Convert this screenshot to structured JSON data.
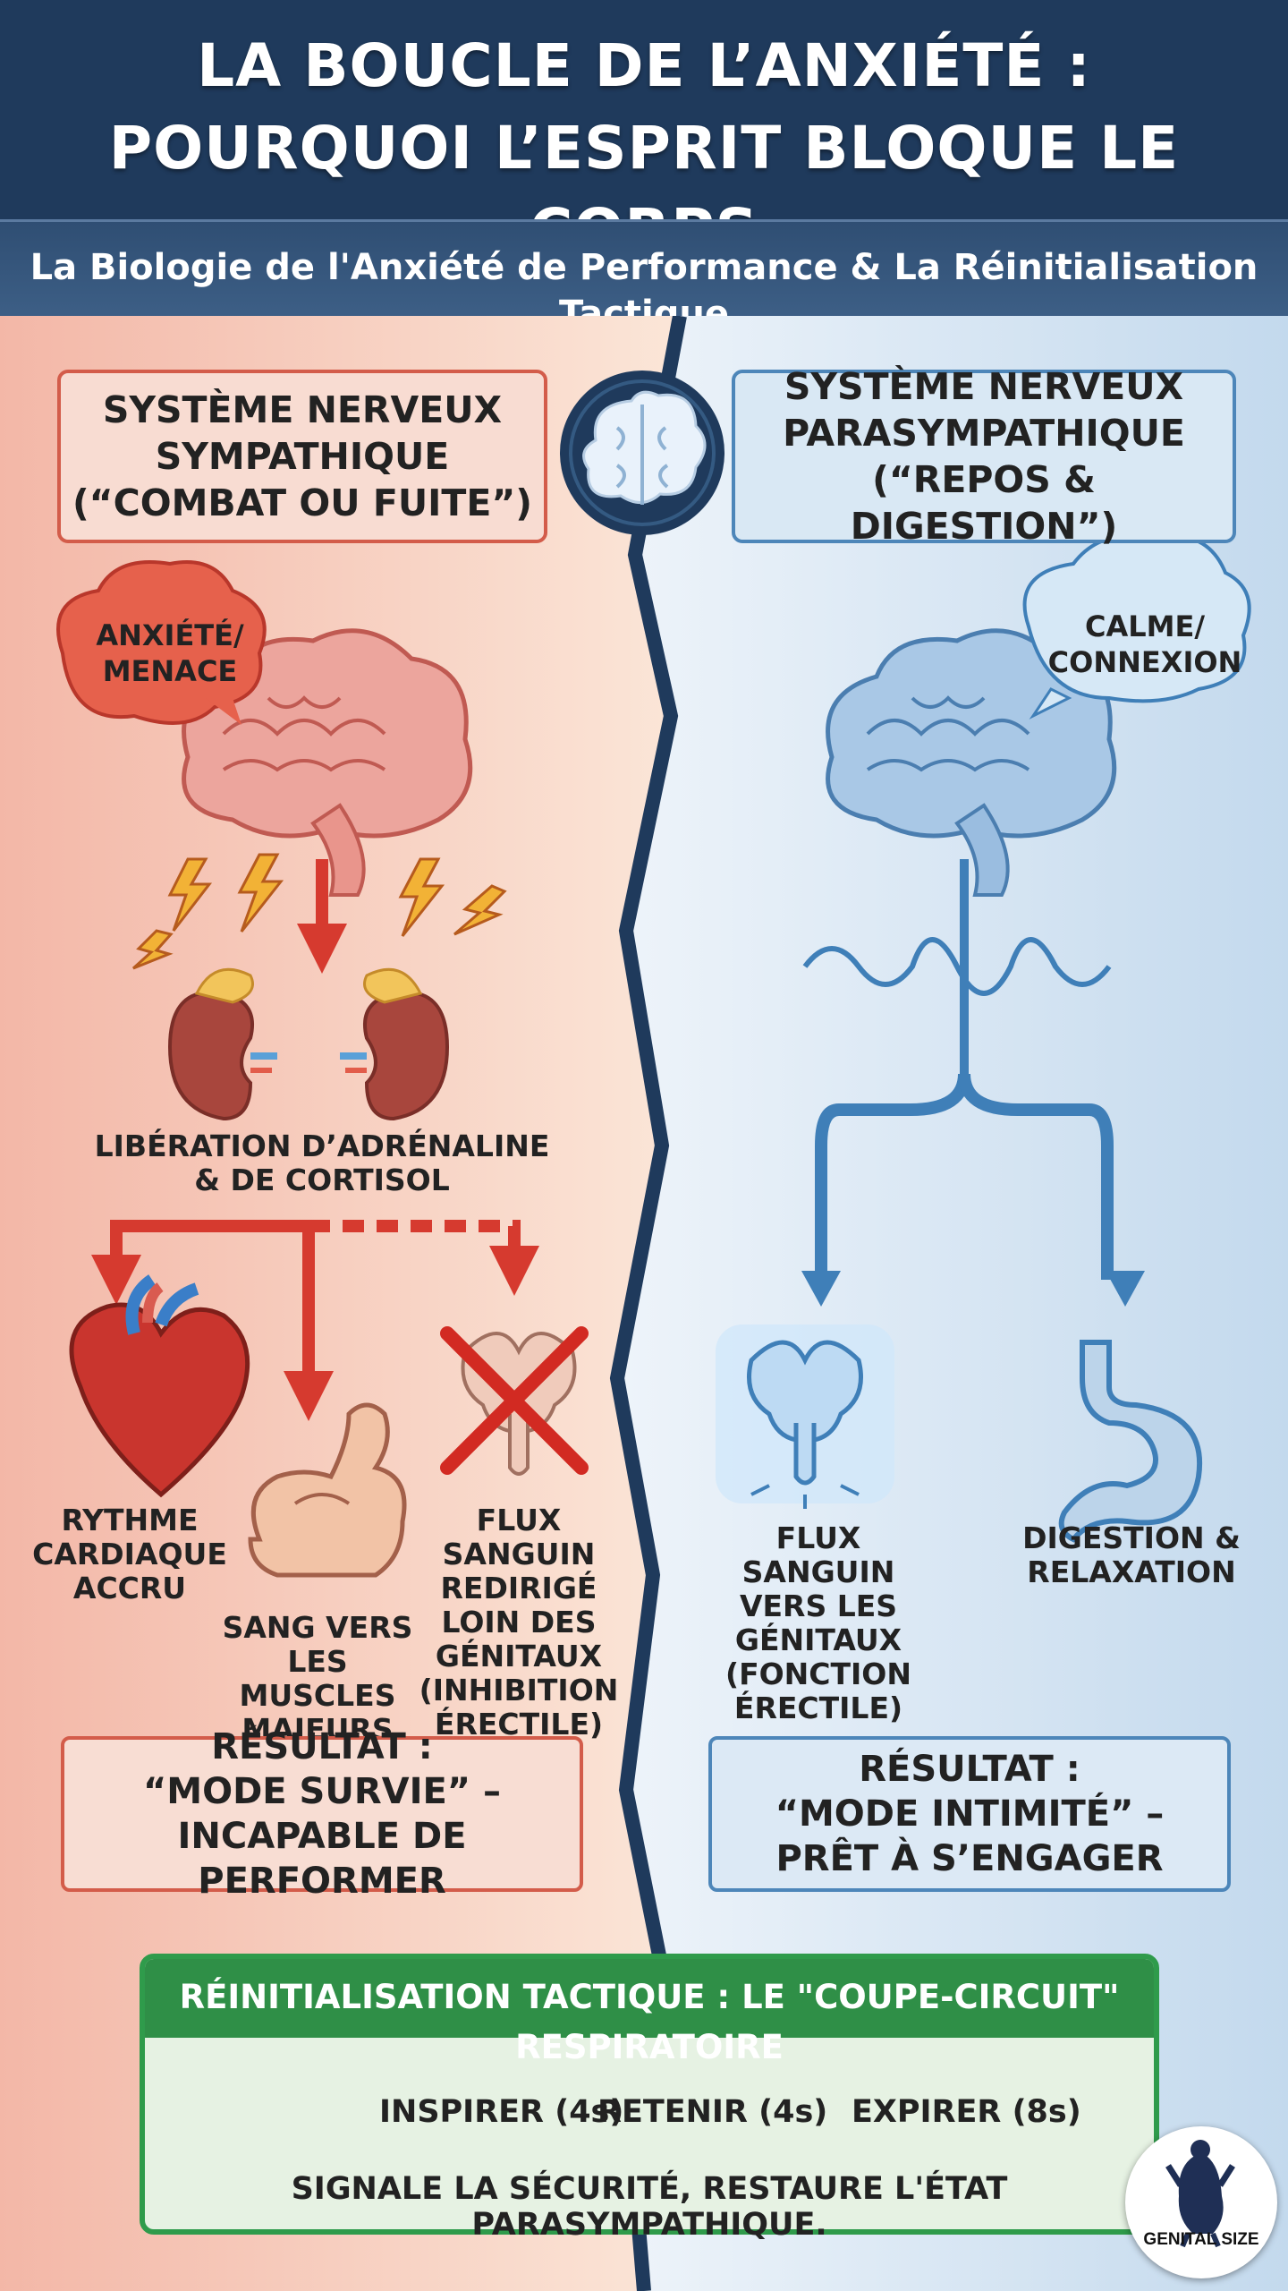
{
  "header": {
    "title_line1": "LA BOUCLE DE L’ANXIÉTÉ :",
    "title_line2": "POURQUOI L’ESPRIT BLOQUE LE CORPS",
    "subtitle": "La Biologie de l'Anxiété de Performance & La Réinitialisation Tactique"
  },
  "sympathetic": {
    "title": "SYSTÈME NERVEUX\nSYMPATHIQUE\n(“COMBAT OU FUITE”)",
    "bubble": "ANXIÉTÉ/\nMENACE",
    "release": "LIBÉRATION D’ADRÉNALINE\n& DE CORTISOL",
    "effects": [
      "RYTHME\nCARDIAQUE\nACCRU",
      "SANG VERS\nLES MUSCLES\nMAJEURS",
      "FLUX SANGUIN\nREDIRIGÉ\nLOIN DES\nGÉNITAUX\n(INHIBITION\nÉRECTILE)"
    ],
    "result": "RÉSULTAT :\n“MODE SURVIE” –\nINCAPABLE DE PERFORMER"
  },
  "parasympathetic": {
    "title": "SYSTÈME NERVEUX\nPARASYMPATHIQUE\n(“REPOS & DIGESTION”)",
    "bubble": "CALME/\nCONNEXION",
    "effects": [
      "FLUX SANGUIN\nVERS LES\nGÉNITAUX\n(FONCTION\nÉRECTILE)",
      "DIGESTION &\nRELAXATION"
    ],
    "result": "RÉSULTAT :\n“MODE INTIMITÉ” –\nPRÊT À S’ENGAGER"
  },
  "reset": {
    "title": "RÉINITIALISATION TACTIQUE : LE \"COUPE-CIRCUIT\" RESPIRATOIRE",
    "inhale": "INSPIRER (4s)",
    "hold": "RETENIR (4s)",
    "exhale": "EXPIRER (8s)",
    "signal": "SIGNALE LA SÉCURITÉ, RESTAURE L'ÉTAT PARASYMPATHIQUE."
  },
  "logo": {
    "text": "GENITAL SIZE"
  },
  "colors": {
    "header_navy": "#1f3a5c",
    "sympathetic_red": "#d63a2f",
    "parasympathetic_blue": "#3f7fb8",
    "reset_green": "#2f8f47"
  }
}
